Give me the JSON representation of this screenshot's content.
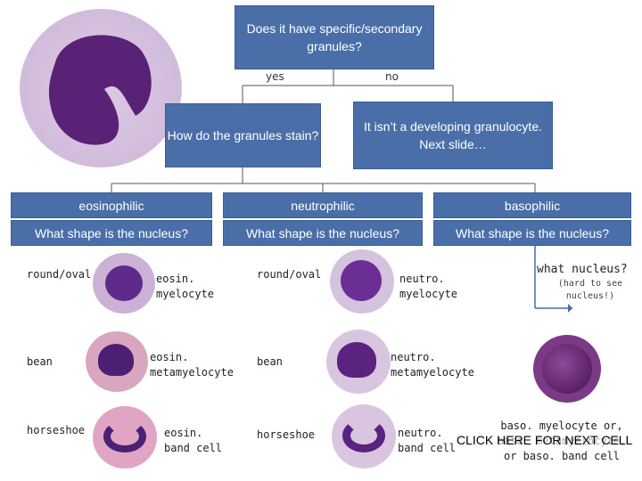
{
  "top_question": "Does it have specific/secondary granules?",
  "branch_yes": "yes",
  "branch_no": "no",
  "stain_question": "How do the granules stain?",
  "no_answer": "It isn’t a developing granulocyte. Next slide…",
  "categories": [
    {
      "label": "eosinophilic",
      "question": "What shape is the nucleus?"
    },
    {
      "label": "neutrophilic",
      "question": "What shape is the nucleus?"
    },
    {
      "label": "basophilic",
      "question": "What shape is the nucleus?"
    }
  ],
  "eosin_rows": [
    {
      "shape": "round/oval",
      "cell": "eosin. myelocyte"
    },
    {
      "shape": "bean",
      "cell": "eosin. metamyelocyte"
    },
    {
      "shape": "horseshoe",
      "cell": "eosin. band cell"
    }
  ],
  "neutro_rows": [
    {
      "shape": "round/oval",
      "cell": "neutro. myelocyte"
    },
    {
      "shape": "bean",
      "cell": "neutro. metamyelocyte"
    },
    {
      "shape": "horseshoe",
      "cell": "neutro. band cell"
    }
  ],
  "baso": {
    "question": "what nucleus?",
    "note": "(hard to see nucleus!)",
    "answer": "baso. myelocyte or, baso. metamyelocyte, or baso. band cell"
  },
  "next_cell_link": "CLICK HERE FOR NEXT CELL",
  "colors": {
    "box": "#4a6fa8",
    "cell_purple": "#6a2a8a",
    "cytoplasm": "#cfb8d8"
  }
}
